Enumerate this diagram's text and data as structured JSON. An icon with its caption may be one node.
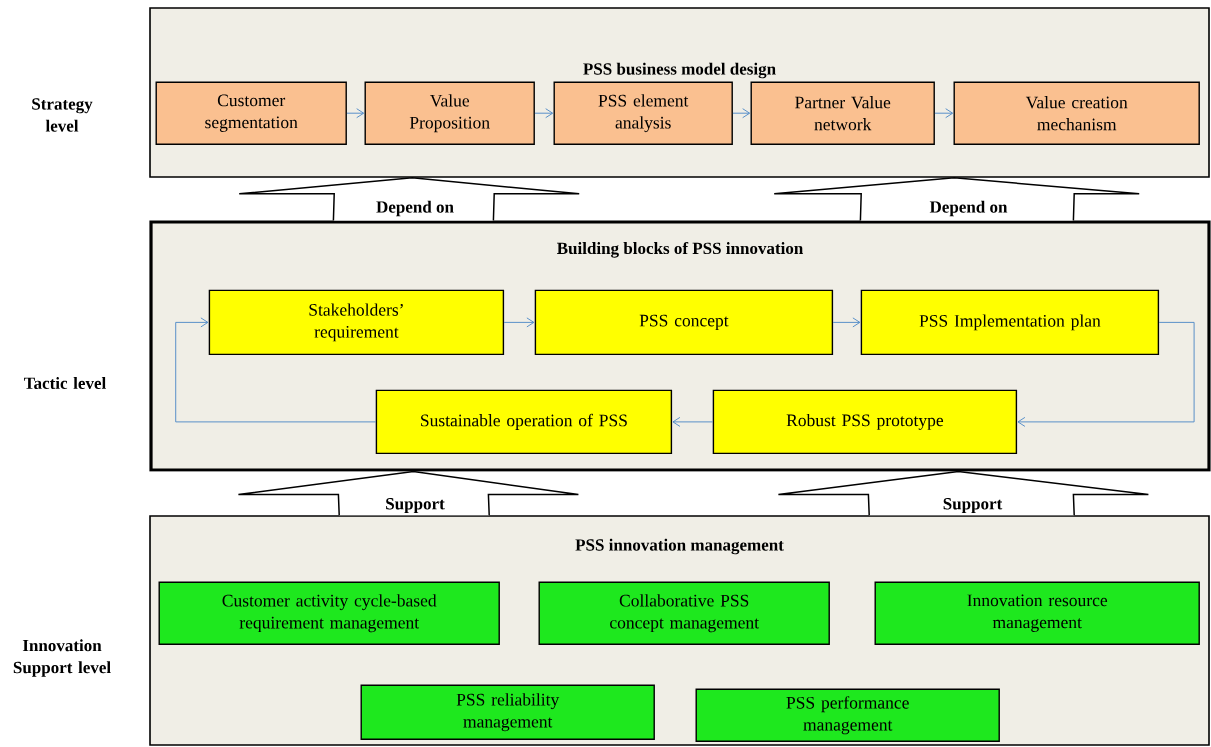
{
  "diagram": {
    "nodes": [
      {
        "text": [
          "PSS business model design"
        ]
      },
      {
        "text": [
          "Customer segmentation"
        ],
        "in": 0
      },
      {
        "text": [
          "Value Proposition"
        ],
        "in": 0
      },
      {
        "text": [
          "PSS element analysis"
        ],
        "in": 0
      },
      {
        "text": [
          "Partner Value network"
        ],
        "in": 0
      },
      {
        "text": [
          "Value creation mechanism"
        ],
        "in": 0
      },
      {
        "text": [
          "Building blocks of PSS innovation"
        ]
      },
      {
        "text": [
          "Stakeholders’ requirement"
        ],
        "in": 6
      },
      {
        "text": [
          "PSS concept"
        ],
        "in": 6
      },
      {
        "text": [
          "PSS Implementation plan"
        ],
        "in": 6
      },
      {
        "text": [
          "Robust PSS prototype"
        ],
        "in": 6
      },
      {
        "text": [
          "Sustainable operation of PSS"
        ],
        "in": 6
      },
      {
        "text": [
          "PSS innovation management"
        ]
      },
      {
        "text": [
          "Customer activity cycle-based requirement management"
        ],
        "in": 12
      },
      {
        "text": [
          "Collaborative PSS concept management"
        ],
        "in": 12
      },
      {
        "text": [
          "Innovation resource management"
        ],
        "in": 12
      },
      {
        "text": [
          "PSS reliability management"
        ],
        "in": 12
      },
      {
        "text": [
          "PSS performance management"
        ],
        "in": 12
      }
    ],
    "edges": [
      {
        "from": 1,
        "to": 2,
        "arrow": "to"
      },
      {
        "from": 2,
        "to": 3,
        "arrow": "to"
      },
      {
        "from": 3,
        "to": 4,
        "arrow": "to"
      },
      {
        "from": 4,
        "to": 5,
        "arrow": "to"
      },
      {
        "from": 6,
        "to": 0,
        "arrow": "to",
        "label": "Depend on",
        "style": "thick",
        "color": "#000000"
      },
      {
        "from": 6,
        "to": 0,
        "arrow": "to",
        "label": "Depend on",
        "style": "thick",
        "color": "#000000"
      },
      {
        "from": 7,
        "to": 8,
        "arrow": "to"
      },
      {
        "from": 8,
        "to": 9,
        "arrow": "to"
      },
      {
        "from": 9,
        "to": 10,
        "arrow": "to"
      },
      {
        "from": 10,
        "to": 11,
        "arrow": "to"
      },
      {
        "from": 11,
        "to": 7,
        "arrow": "to"
      },
      {
        "from": 12,
        "to": 6,
        "arrow": "to",
        "label": "Support",
        "style": "thick",
        "color": "#000000"
      },
      {
        "from": 12,
        "to": 6,
        "arrow": "to",
        "label": "Support",
        "style": "thick",
        "color": "#000000"
      }
    ],
    "labels": [
      "Strategy level",
      "Tactic level",
      "Innovation Support level"
    ]
  }
}
